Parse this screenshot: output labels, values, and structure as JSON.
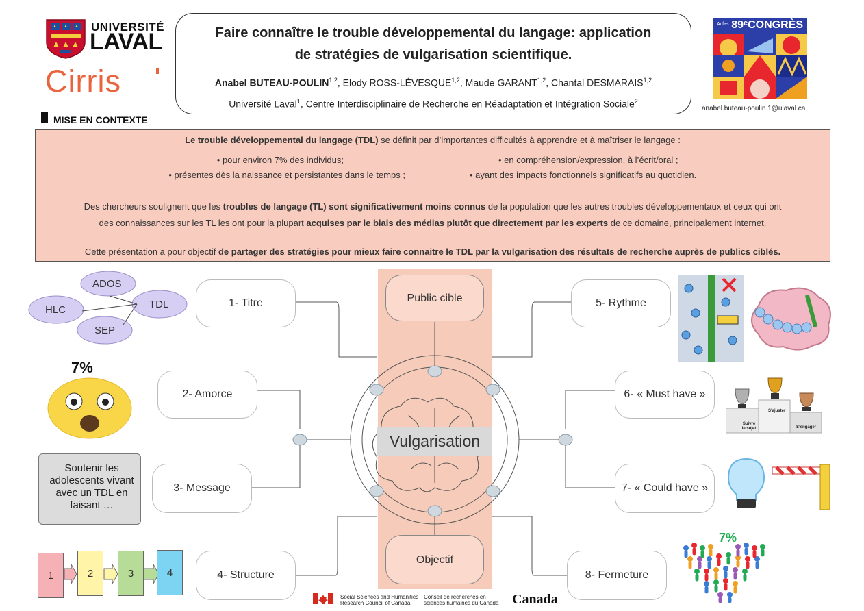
{
  "header": {
    "university_line1": "UNIVERSITÉ",
    "university_line2": "LAVAL",
    "lab_name": "Cirris",
    "title_line1": "Faire connaître le trouble développemental du langage: application",
    "title_line2": "de stratégies de vulgarisation scientifique.",
    "authors": [
      {
        "name": "Anabel BUTEAU-POULIN",
        "sup": "1,2",
        "sep": ", "
      },
      {
        "name": "Elody ROSS-LÉVESQUE",
        "sup": "1,2",
        "sep": ", "
      },
      {
        "name": "Maude GARANT",
        "sup": "1,2",
        "sep": ", "
      },
      {
        "name": "Chantal DESMARAIS",
        "sup": "1,2",
        "sep": ""
      }
    ],
    "affiliation_1": "Université Laval",
    "affiliation_1_sup": "1",
    "affiliation_sep": ", ",
    "affiliation_2": "Centre Interdisciplinaire de Recherche en Réadaptation et Intégration Sociale",
    "affiliation_2_sup": "2",
    "congress_label": "89ᵉCONGRÈS",
    "congress_acfas": "Acfas",
    "email": "anabel.buteau-poulin.1@ulaval.ca"
  },
  "context": {
    "section_title": "MISE EN CONTEXTE",
    "def_bold": "Le trouble développemental du langage (TDL)",
    "def_rest": " se définit par d’importantes difficultés à apprendre et à maîtriser le langage :",
    "bullet_1": "• pour environ 7% des individus;",
    "bullet_2": "• en compréhension/expression, à l’écrit/oral ;",
    "bullet_3": "• présentes dès la naissance et persistantes dans le temps ;",
    "bullet_4": "• ayant des impacts fonctionnels significatifs au quotidien.",
    "p2_a": "Des chercheurs soulignent que les ",
    "p2_b": "troubles de langage (TL) sont significativement moins connus",
    "p2_c": " de la population que les autres troubles développementaux et ceux qui ont",
    "p2_d": "des connaissances sur les TL les ont pour la plupart ",
    "p2_e": "acquises par le biais des médias plutôt que directement par les experts",
    "p2_f": " de ce domaine, principalement internet.",
    "p3_a": "Cette présentation a pour objectif ",
    "p3_b": "de partager des stratégies pour mieux faire connaitre le TDL par la vulgarisation des résultats de recherche auprès de publics ciblés."
  },
  "map": {
    "center": "Vulgarisation",
    "top_pill": "Public cible",
    "bottom_pill": "Objectif",
    "nodes": {
      "n1": "1- Titre",
      "n2": "2- Amorce",
      "n3": "3- Message",
      "n4": "4- Structure",
      "n5": "5- Rythme",
      "n6": "6- « Must have »",
      "n7": "7- « Could have »",
      "n8": "8- Fermeture"
    },
    "clouds": [
      "ADOS",
      "HLC",
      "TDL",
      "SEP"
    ],
    "percent_left": "7%",
    "percent_right": "7%",
    "scroll_text": "Soutenir les adolescents vivant avec un TDL en faisant …",
    "steps": [
      "1",
      "2",
      "3",
      "4"
    ],
    "podium_labels": [
      "Suivre le sujet",
      "S’ajuster",
      "S’engager"
    ]
  },
  "footer": {
    "sshrc_en_1": "Social Sciences and Humanities",
    "sshrc_en_2": "Research Council of Canada",
    "sshrc_fr_1": "Conseil de recherches en",
    "sshrc_fr_2": "sciences humaines du Canada",
    "canada": "Canada"
  },
  "colors": {
    "context_bg": "#f8cdbf",
    "center_column": "#f6cbb9",
    "cirris": "#e8643c",
    "cloud": "#d7cff3",
    "step_1": "#f5b1b5",
    "step_2": "#fff4a8",
    "step_3": "#b6dc97",
    "step_4": "#7dd4f2"
  }
}
